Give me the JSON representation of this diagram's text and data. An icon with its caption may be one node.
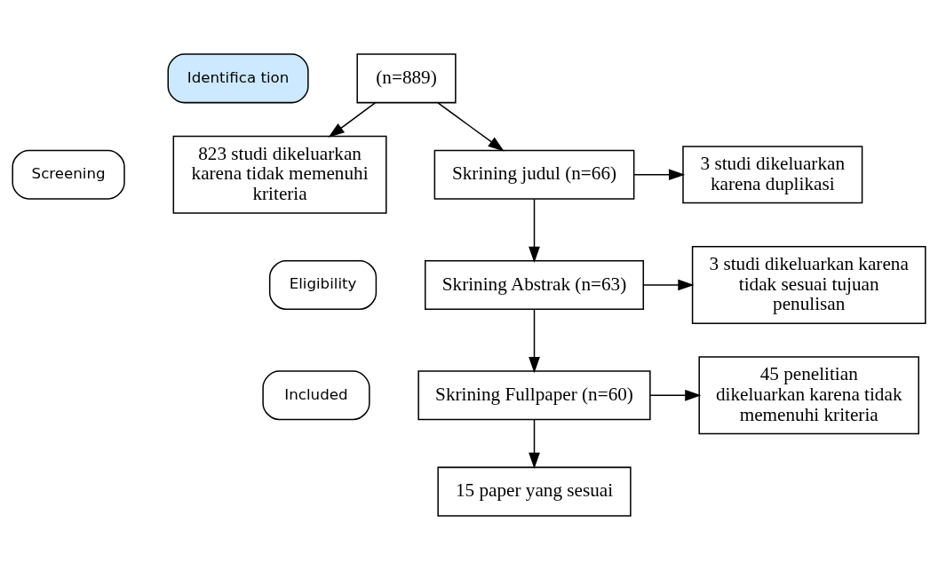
{
  "diagram": {
    "nodes": [
      {
        "text": [
          "Identifica tion"
        ]
      },
      {
        "text": [
          "Screening"
        ]
      },
      {
        "text": [
          "Eligibility"
        ]
      },
      {
        "text": [
          "Included"
        ]
      },
      {
        "text": [
          "(n=889)"
        ]
      },
      {
        "text": [
          "823 studi dikeluarkan karena tidak memenuhi kriteria"
        ]
      },
      {
        "text": [
          "Skrining judul (n=66)"
        ]
      },
      {
        "text": [
          "3 studi dikeluarkan karena duplikasi"
        ]
      },
      {
        "text": [
          "Skrining Abstrak (n=63)"
        ]
      },
      {
        "text": [
          "3 studi dikeluarkan karena tidak sesuai tujuan penulisan"
        ]
      },
      {
        "text": [
          "Skrining Fullpaper (n=60)"
        ]
      },
      {
        "text": [
          "45 penelitian dikeluarkan karena tidak memenuhi kriteria"
        ]
      },
      {
        "text": [
          "15 paper yang sesuai"
        ]
      }
    ],
    "edges": [
      {
        "from": 4,
        "to": 5,
        "arrow": "to"
      },
      {
        "from": 4,
        "to": 6,
        "arrow": "to"
      },
      {
        "from": 6,
        "to": 7,
        "arrow": "to"
      },
      {
        "from": 6,
        "to": 8,
        "arrow": "to"
      },
      {
        "from": 8,
        "to": 9,
        "arrow": "to"
      },
      {
        "from": 8,
        "to": 10,
        "arrow": "to"
      },
      {
        "from": 10,
        "to": 11,
        "arrow": "to"
      },
      {
        "from": 10,
        "to": 12,
        "arrow": "to"
      }
    ]
  }
}
